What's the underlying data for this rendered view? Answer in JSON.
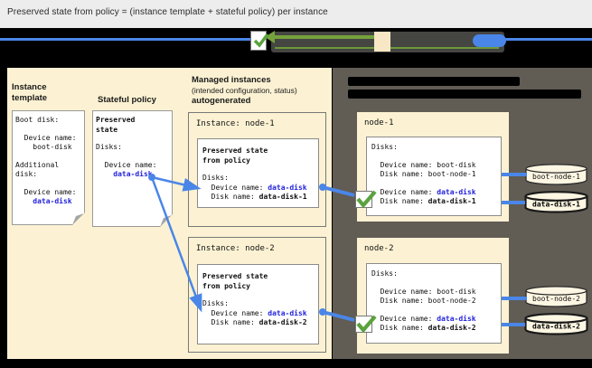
{
  "title": "Preserved state from policy = (instance template + stateful policy) per instance",
  "icons": {
    "legend_checkmark": "green-checkmark",
    "legend_arrow": "green-left-arrow",
    "legend_vm_box": "beige-vm-box",
    "legend_disk": "blue-disk-cylinder",
    "node_status": "green-checkmark",
    "doc_card": "dog-eared-document"
  },
  "colors": {
    "page_bg": "#000000",
    "titlebar_bg": "#ededed",
    "cream_panel": "#fcf2d3",
    "dark_panel": "#615c54",
    "card_white": "#ffffff",
    "blue_connector": "#4a86e8",
    "blue_text": "#2222dd",
    "green_check": "#5aa23e",
    "legend_green": "#75a23c",
    "beige_box": "#f7e7c4",
    "cylinder_fill": "#fdf6e2"
  },
  "left_panel": {
    "instance_template": {
      "heading": "Instance template",
      "card": {
        "boot_heading": "Boot disk:",
        "device_label_1": "  Device name:",
        "boot_value": "    boot-disk",
        "additional_line_1": "Additional",
        "additional_line_2": "disk:",
        "device_label_2": "  Device name:",
        "data_value": "    data-disk"
      }
    },
    "stateful_policy": {
      "heading": "Stateful policy",
      "card": {
        "title_line_1": "Preserved",
        "title_line_2": "state",
        "disks_label": "Disks:",
        "device_label": "  Device name:",
        "device_value": "    data-disk"
      }
    },
    "managed_instances": {
      "heading": "Managed instances",
      "subheading": "(intended configuration, status)",
      "autogenerated": "autogenerated",
      "instances": [
        {
          "title": "Instance: node-1",
          "inner_heading_1": "Preserved state",
          "inner_heading_2": "from policy",
          "disks_label": "Disks:",
          "device_label": "  Device name: ",
          "device_value": "data-disk",
          "disk_label": "  Disk name: ",
          "disk_value": "data-disk-1"
        },
        {
          "title": "Instance: node-2",
          "inner_heading_1": "Preserved state",
          "inner_heading_2": "from policy",
          "disks_label": "Disks:",
          "device_label": "  Device name: ",
          "device_value": "data-disk",
          "disk_label": "  Disk name: ",
          "disk_value": "data-disk-2"
        }
      ]
    }
  },
  "right_panel": {
    "nodes": [
      {
        "name": "node-1",
        "disks_label": "Disks:",
        "boot_device_label": "  Device name: ",
        "boot_device_value": "boot-disk",
        "boot_disk_label": "  Disk name: ",
        "boot_disk_value": "boot-node-1",
        "data_device_label": "  Device name: ",
        "data_device_value": "data-disk",
        "data_disk_label": "  Disk name: ",
        "data_disk_value": "data-disk-1",
        "boot_cylinder_label": "boot-node-1",
        "data_cylinder_label": "data-disk-1"
      },
      {
        "name": "node-2",
        "disks_label": "Disks:",
        "boot_device_label": "  Device name: ",
        "boot_device_value": "boot-disk",
        "boot_disk_label": "  Disk name: ",
        "boot_disk_value": "boot-node-2",
        "data_device_label": "  Device name: ",
        "data_device_value": "data-disk",
        "data_disk_label": "  Disk name: ",
        "data_disk_value": "data-disk-2",
        "boot_cylinder_label": "boot-node-2",
        "data_cylinder_label": "data-disk-2"
      }
    ]
  }
}
